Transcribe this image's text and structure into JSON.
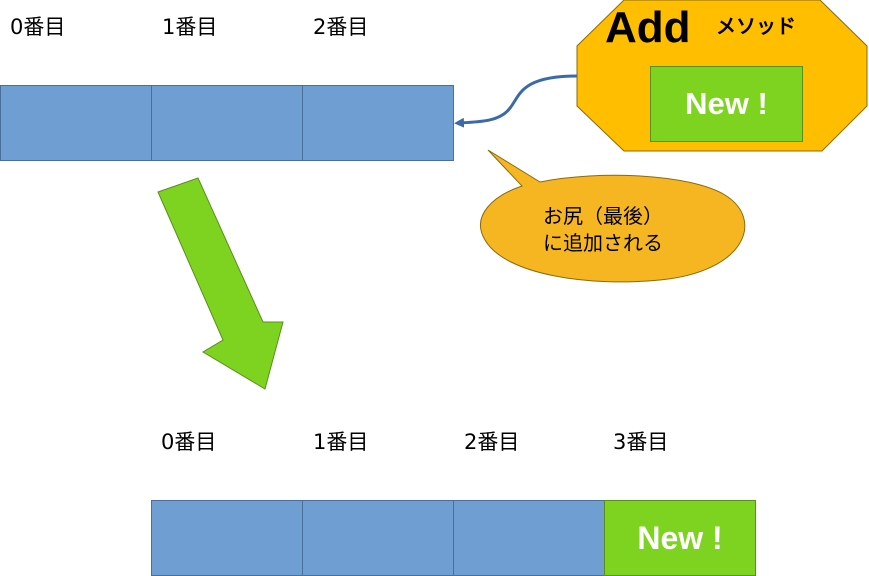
{
  "top_array": {
    "labels": [
      "0番目",
      "1番目",
      "2番目"
    ]
  },
  "method_box": {
    "title": "Add",
    "subtitle": "メソッド",
    "item_label": "New !"
  },
  "callout": {
    "line1": "お尻（最後）",
    "line2": "に追加される"
  },
  "bottom_array": {
    "labels": [
      "0番目",
      "1番目",
      "2番目",
      "3番目"
    ],
    "new_label": "New !"
  },
  "colors": {
    "cell_blue": "#6f9ed3",
    "new_green": "#7ed321",
    "octagon_orange": "#ffbe00",
    "bubble_orange": "#f5b622",
    "arrow_blue": "#3b6aa8"
  }
}
